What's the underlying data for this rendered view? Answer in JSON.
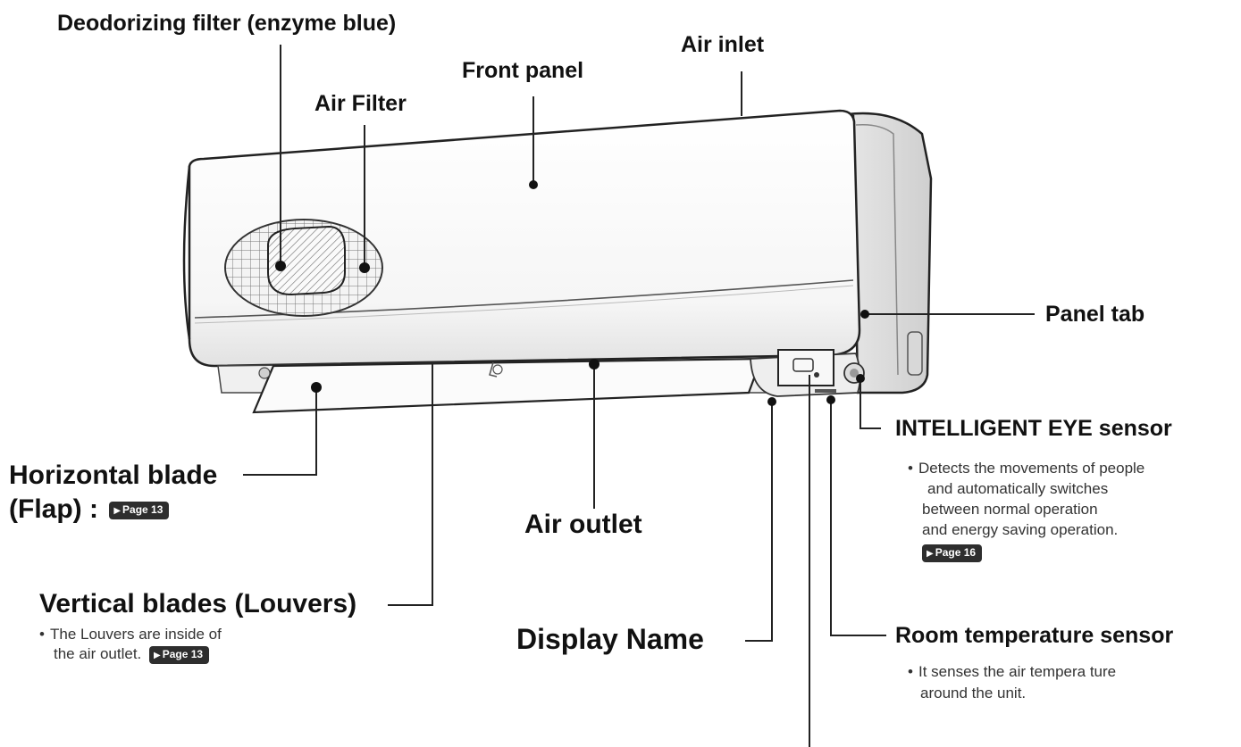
{
  "labels": {
    "deodorizing_filter": "Deodorizing filter (enzyme blue)",
    "air_filter": "Air Filter",
    "front_panel": "Front panel",
    "air_inlet": "Air inlet",
    "panel_tab": "Panel tab",
    "intelligent_eye": "INTELLIGENT EYE sensor",
    "horizontal_blade_line1": "Horizontal blade",
    "horizontal_blade_line2": "(Flap) :",
    "air_outlet": "Air outlet",
    "vertical_blades": "Vertical blades (Louvers)",
    "display_name": "Display Name",
    "room_temp_sensor": "Room temperature sensor"
  },
  "notes": {
    "intelligent_eye": [
      "Detects the movements of people",
      "and automatically switches",
      "between normal operation",
      "and energy saving operation."
    ],
    "vertical_blades": [
      "The Louvers are inside of",
      "the air outlet."
    ],
    "room_temp": [
      "It senses the air tempera ture",
      "around the unit."
    ]
  },
  "badges": {
    "flap": "Page 13",
    "intelligent_eye": "Page 16",
    "louvers": "Page 13"
  }
}
